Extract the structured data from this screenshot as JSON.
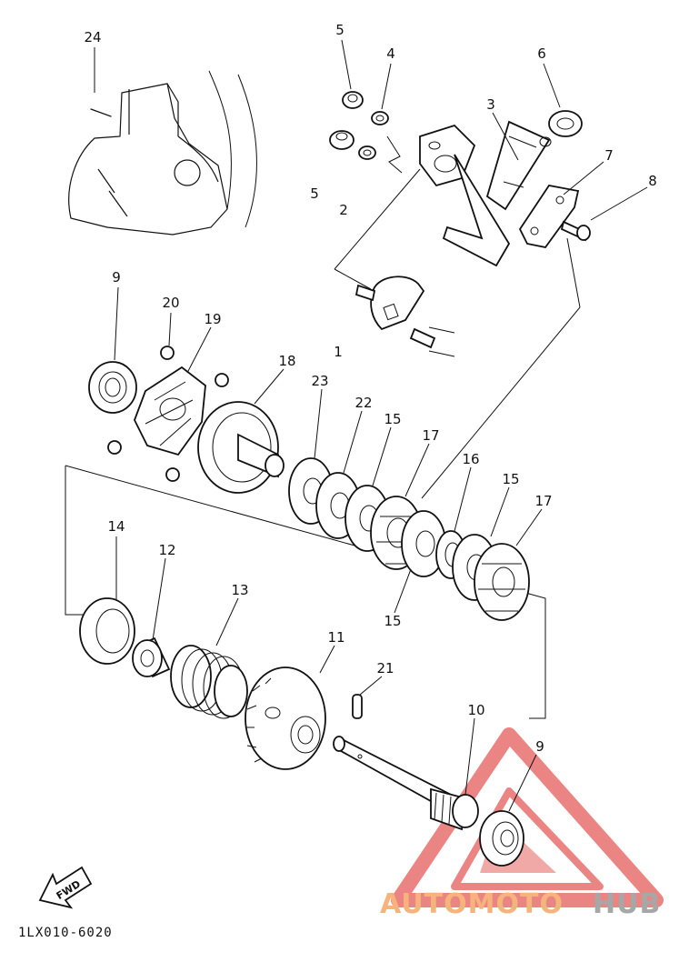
{
  "diagram": {
    "part_labels": [
      "24",
      "5",
      "4",
      "3",
      "6",
      "5",
      "2",
      "7",
      "8",
      "1",
      "9",
      "20",
      "19",
      "18",
      "23",
      "22",
      "15",
      "17",
      "16",
      "15",
      "17",
      "15",
      "14",
      "12",
      "13",
      "11",
      "21",
      "10",
      "9"
    ],
    "code": "1LX010-6020",
    "fwd_label": "FWD",
    "watermark": {
      "part1": "AUTOMOTO",
      "part2": "HUB",
      "color_primary": "#f6b37c",
      "color_secondary": "#a7a7a7",
      "triangle_color": "#e8706f"
    }
  }
}
